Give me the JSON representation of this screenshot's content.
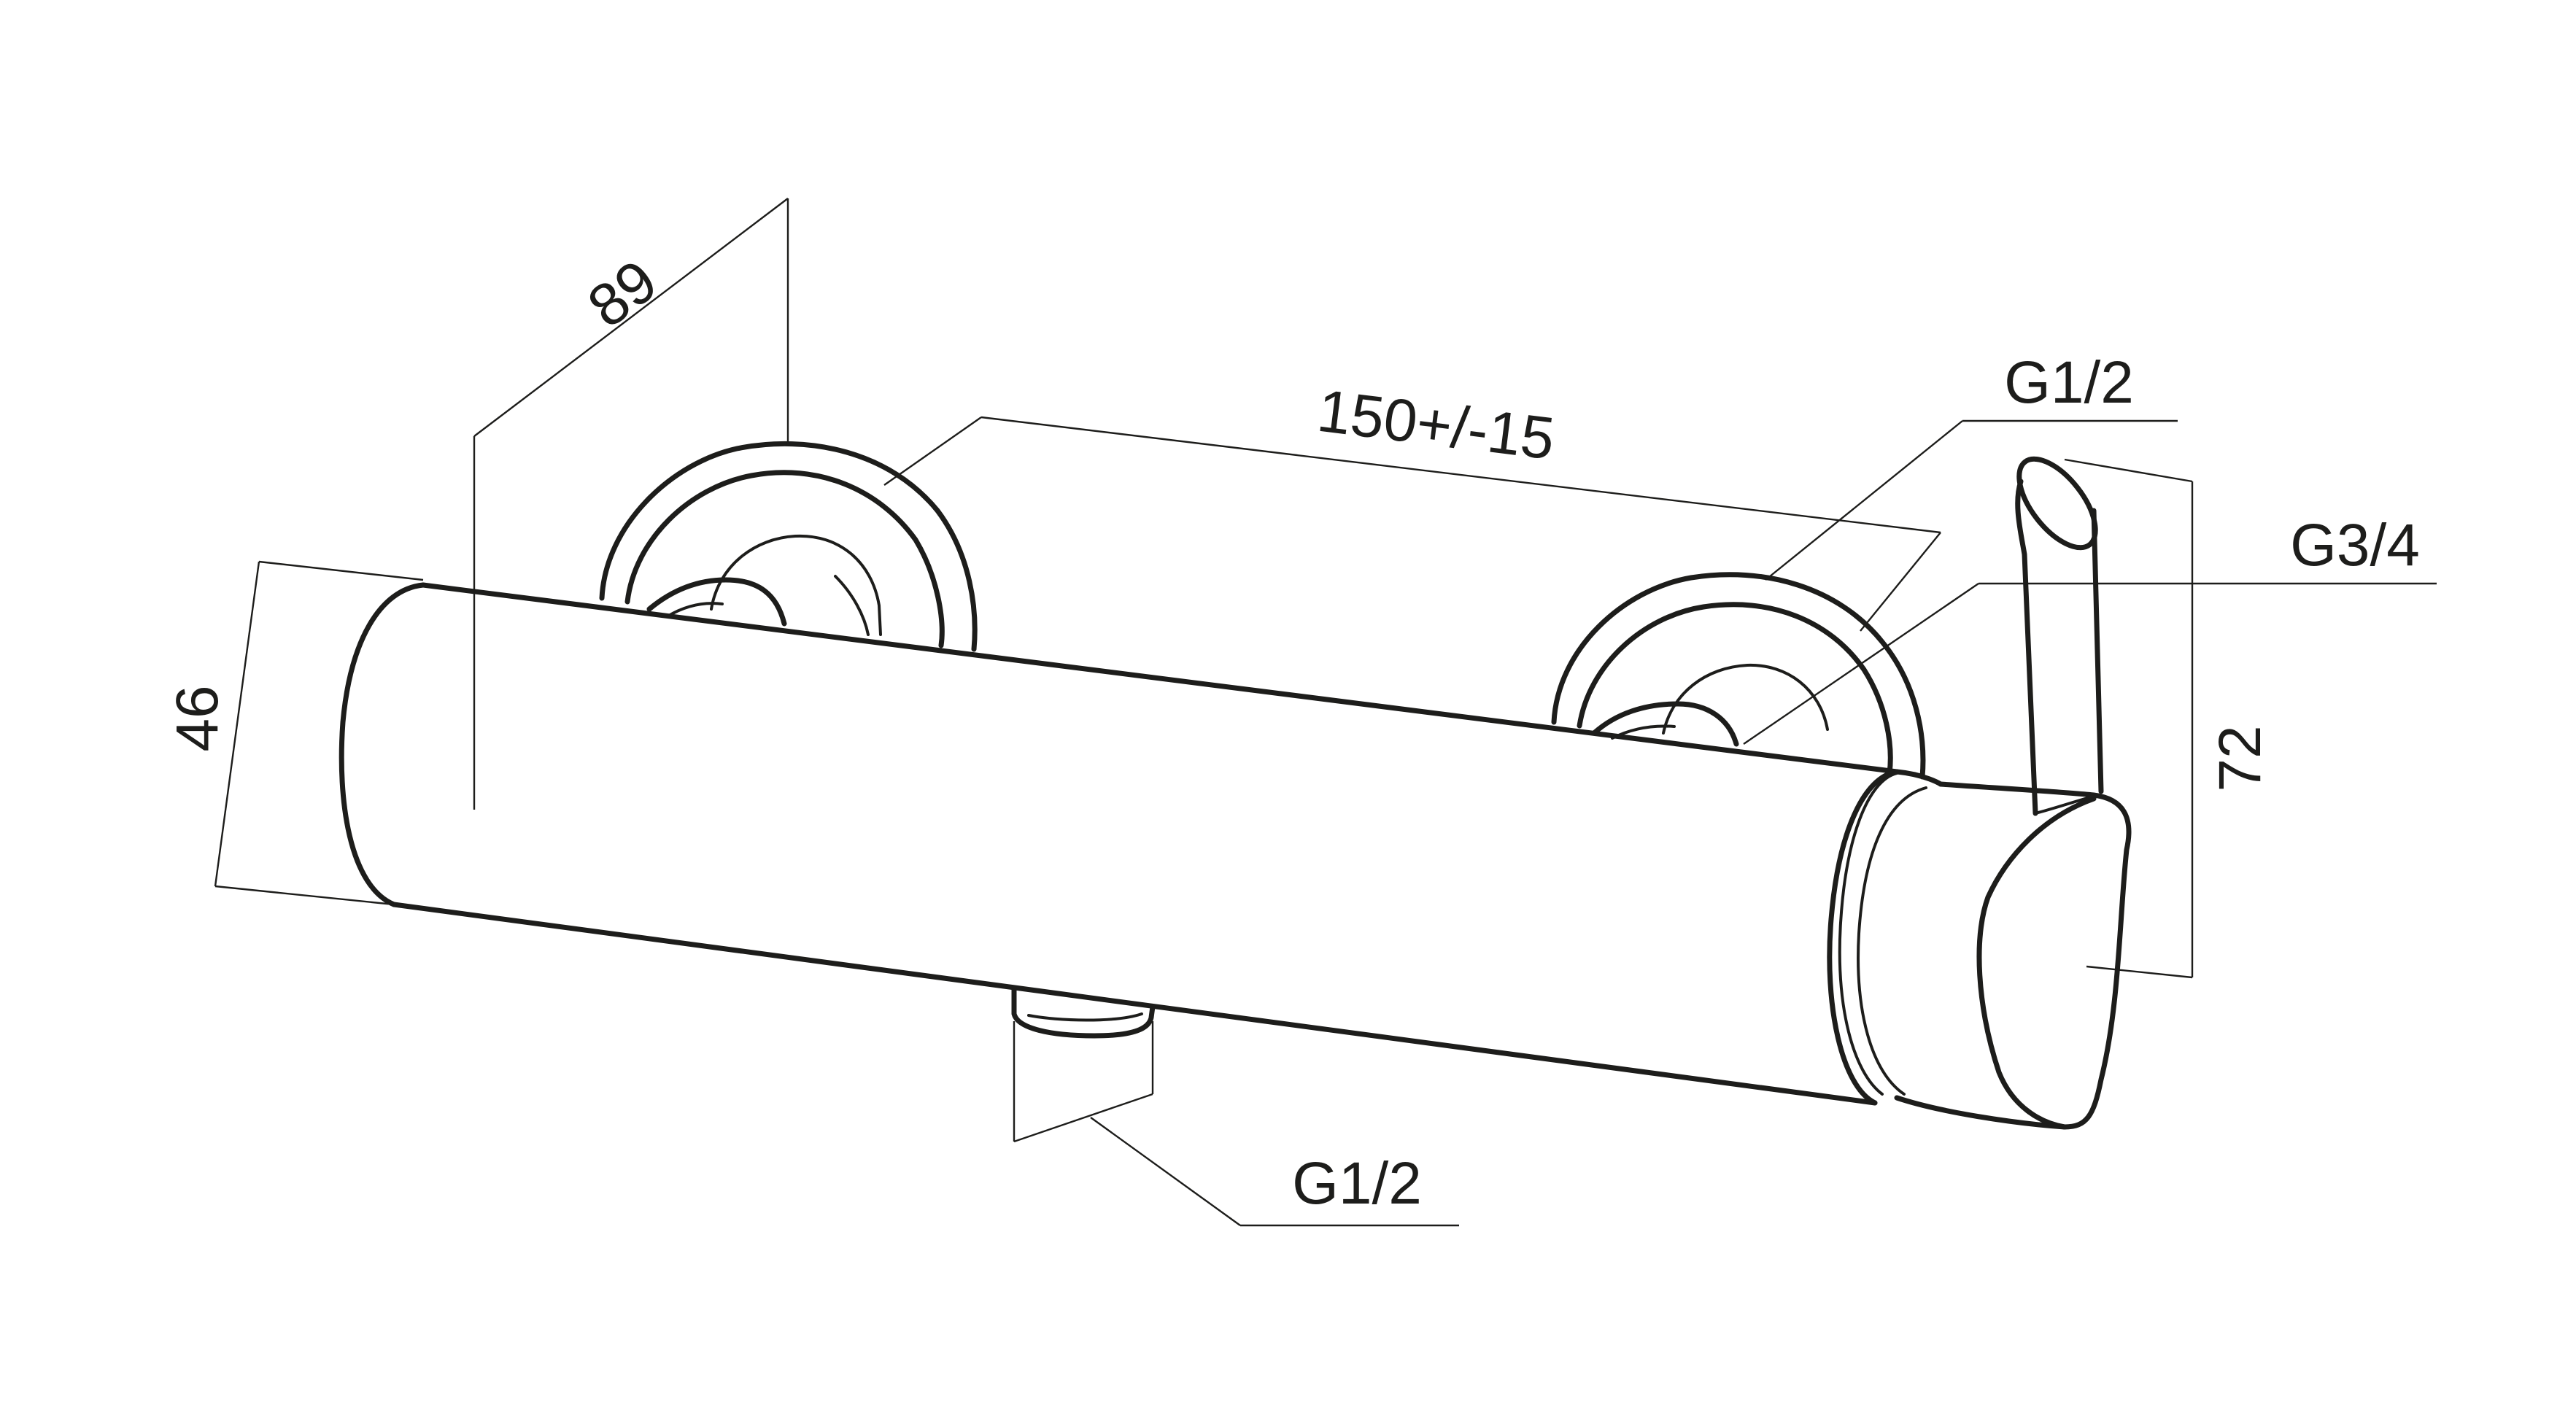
{
  "drawing": {
    "subject": "wall-mounted shower mixer",
    "dimensions": {
      "depth": "89",
      "height": "46",
      "inlet_spacing": "150+/-15",
      "lever_height": "72"
    },
    "threads": {
      "inlet_connection": "G1/2",
      "eccentric_union": "G3/4",
      "outlet_connection": "G1/2"
    },
    "line_color": "#1d1d1b",
    "background_color": "#ffffff"
  }
}
